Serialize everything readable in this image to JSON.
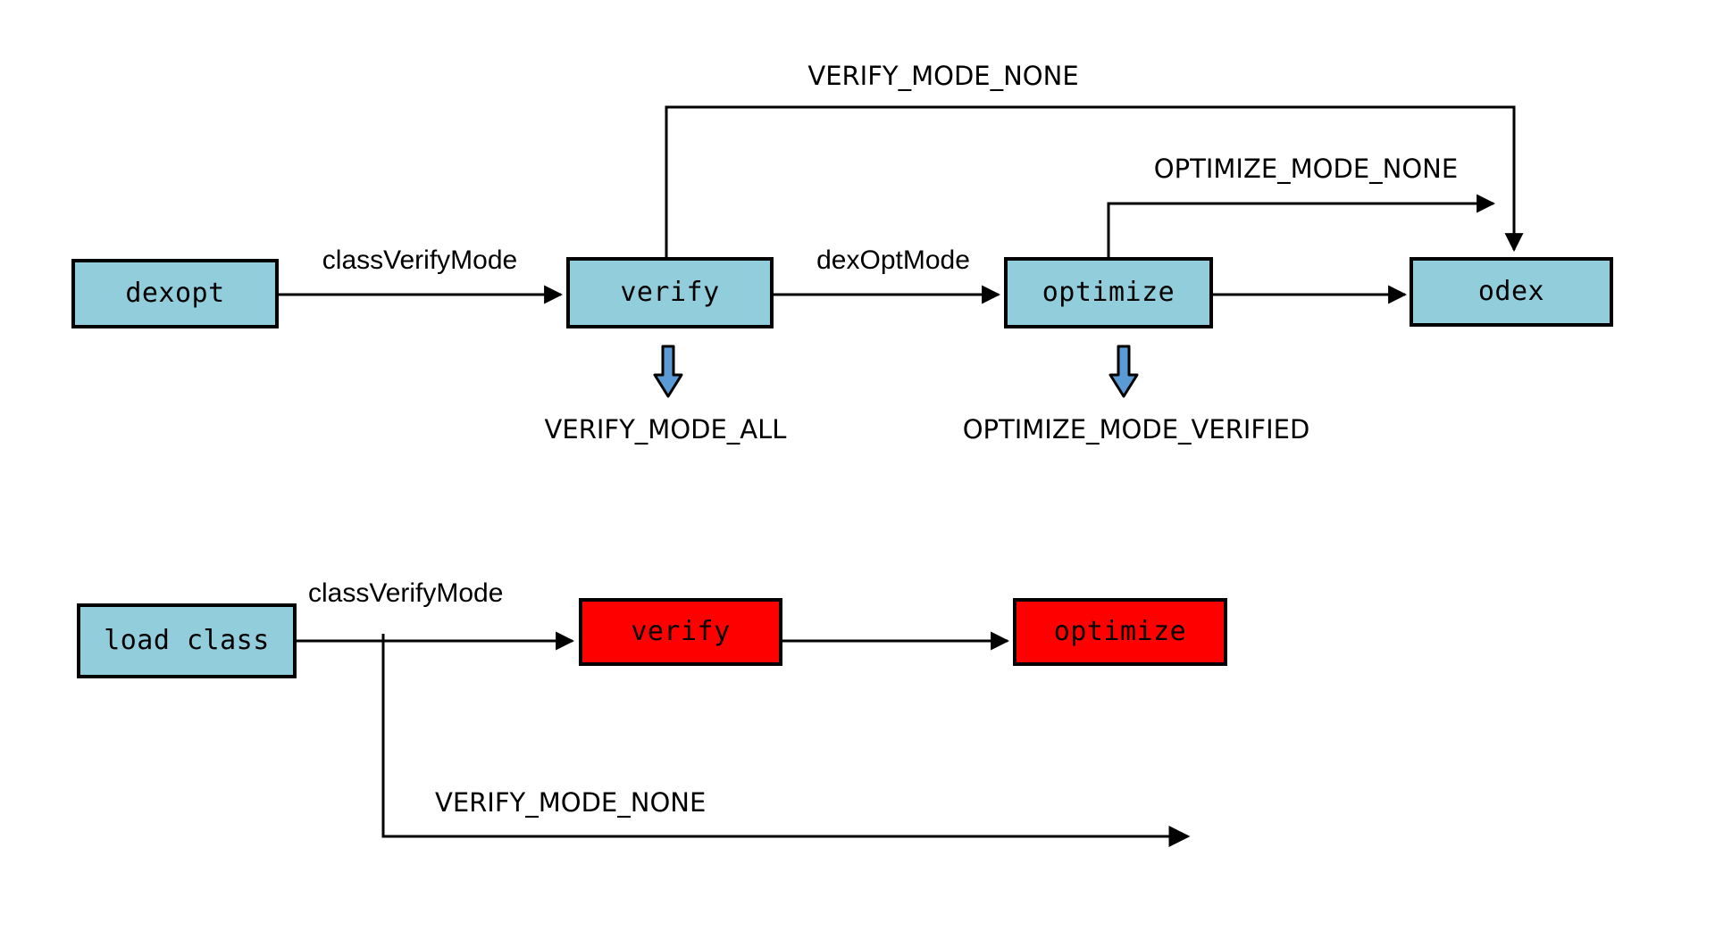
{
  "diagram": {
    "title": "dexopt and class loading verify/optimize mode flow",
    "background": "#ffffff",
    "colors": {
      "node_blue": "#92cddc",
      "node_red": "#ff0000",
      "node_border": "#000000",
      "edge": "#000000",
      "blue_arrow_fill": "#5b9bd5",
      "blue_arrow_stroke": "#000000"
    }
  },
  "top_flow": {
    "nodes": {
      "dexopt": "dexopt",
      "verify": "verify",
      "optimize": "optimize",
      "odex": "odex"
    },
    "edge_labels": {
      "dexopt_to_verify": "classVerifyMode",
      "verify_to_optimize": "dexOptMode"
    },
    "mode_labels": {
      "verify_bypass": "VERIFY_MODE_NONE",
      "optimize_bypass": "OPTIMIZE_MODE_NONE",
      "verify_selected": "VERIFY_MODE_ALL",
      "optimize_selected": "OPTIMIZE_MODE_VERIFIED"
    }
  },
  "bottom_flow": {
    "nodes": {
      "load_class": "load class",
      "verify": "verify",
      "optimize": "optimize"
    },
    "edge_labels": {
      "load_to_verify": "classVerifyMode"
    },
    "mode_labels": {
      "verify_bypass": "VERIFY_MODE_NONE"
    }
  }
}
